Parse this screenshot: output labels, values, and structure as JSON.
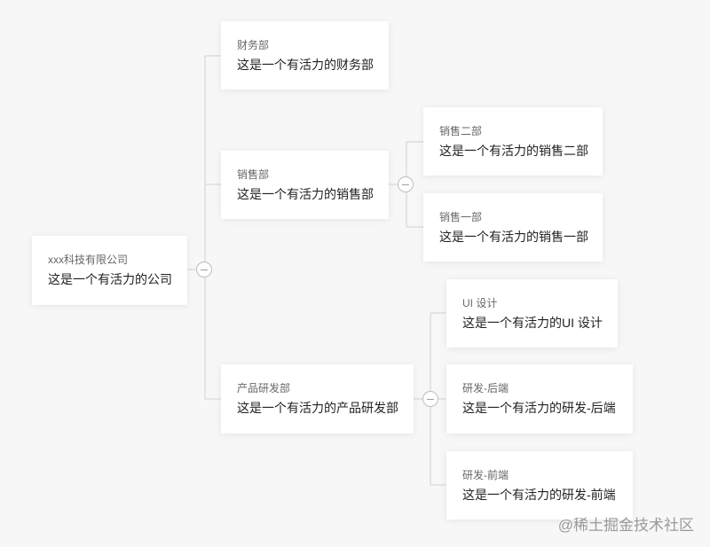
{
  "org_chart": {
    "root": {
      "title": "xxx科技有限公司",
      "desc": "这是一个有活力的公司"
    },
    "departments": [
      {
        "title": "财务部",
        "desc": "这是一个有活力的财务部",
        "children": []
      },
      {
        "title": "销售部",
        "desc": "这是一个有活力的销售部",
        "children": [
          {
            "title": "销售二部",
            "desc": "这是一个有活力的销售二部"
          },
          {
            "title": "销售一部",
            "desc": "这是一个有活力的销售一部"
          }
        ]
      },
      {
        "title": "产品研发部",
        "desc": "这是一个有活力的产品研发部",
        "children": [
          {
            "title": "UI 设计",
            "desc": "这是一个有活力的UI 设计"
          },
          {
            "title": "研发-后端",
            "desc": "这是一个有活力的研发-后端"
          },
          {
            "title": "研发-前端",
            "desc": "这是一个有活力的研发-前端"
          }
        ]
      }
    ]
  },
  "colors": {
    "background": "#f7f7f7",
    "node": "#ffffff",
    "connector": "#d0d0d0"
  },
  "watermark": "@稀土掘金技术社区"
}
